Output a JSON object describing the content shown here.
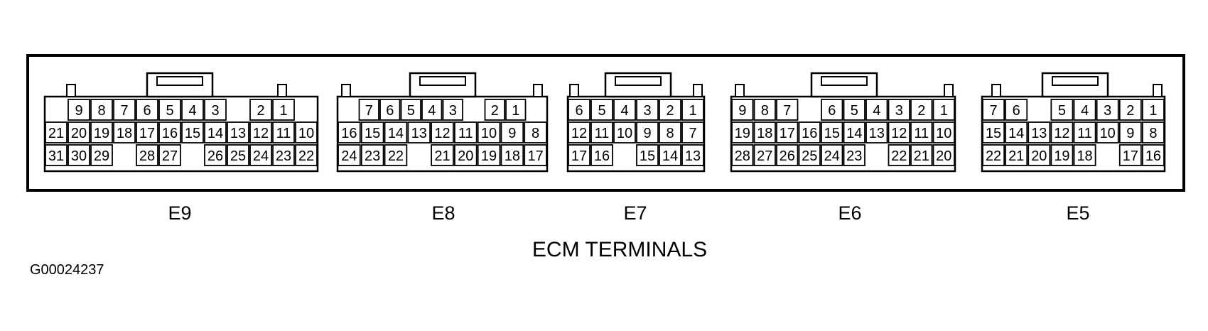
{
  "title": "ECM TERMINALS",
  "figure_code": "G00024237",
  "connectors": [
    {
      "name": "E9",
      "rows": [
        [
          "",
          "9",
          "8",
          "7",
          "6",
          "5",
          "4",
          "3",
          "",
          "2",
          "1",
          ""
        ],
        [
          "21",
          "20",
          "19",
          "18",
          "17",
          "16",
          "15",
          "14",
          "13",
          "12",
          "11",
          "10"
        ],
        [
          "31",
          "30",
          "29",
          "",
          "28",
          "27",
          "",
          "26",
          "25",
          "24",
          "23",
          "22"
        ]
      ]
    },
    {
      "name": "E8",
      "rows": [
        [
          "",
          "7",
          "6",
          "5",
          "4",
          "3",
          "",
          "2",
          "1",
          ""
        ],
        [
          "16",
          "15",
          "14",
          "13",
          "12",
          "11",
          "10",
          "9",
          "8"
        ],
        [
          "24",
          "23",
          "22",
          "",
          "21",
          "20",
          "19",
          "18",
          "17"
        ]
      ]
    },
    {
      "name": "E7",
      "rows": [
        [
          "6",
          "5",
          "4",
          "3",
          "2",
          "1"
        ],
        [
          "12",
          "11",
          "10",
          "9",
          "8",
          "7"
        ],
        [
          "17",
          "16",
          "",
          "15",
          "14",
          "13"
        ]
      ]
    },
    {
      "name": "E6",
      "rows": [
        [
          "9",
          "8",
          "7",
          "",
          "6",
          "5",
          "4",
          "3",
          "2",
          "1"
        ],
        [
          "19",
          "18",
          "17",
          "16",
          "15",
          "14",
          "13",
          "12",
          "11",
          "10"
        ],
        [
          "28",
          "27",
          "26",
          "25",
          "24",
          "23",
          "",
          "22",
          "21",
          "20"
        ]
      ]
    },
    {
      "name": "E5",
      "rows": [
        [
          "7",
          "6",
          "",
          "5",
          "4",
          "3",
          "2",
          "1"
        ],
        [
          "15",
          "14",
          "13",
          "12",
          "11",
          "10",
          "9",
          "8"
        ],
        [
          "22",
          "21",
          "20",
          "19",
          "18",
          "",
          "17",
          "16"
        ]
      ]
    }
  ]
}
